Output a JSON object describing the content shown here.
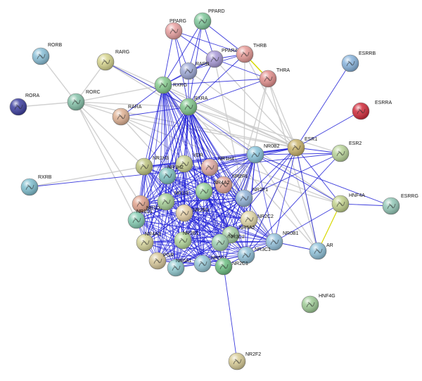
{
  "network": {
    "nodes": [
      {
        "id": "PPARD",
        "color": "#7fc89a"
      },
      {
        "id": "PPARG",
        "color": "#e9a0a0"
      },
      {
        "id": "PPARA",
        "color": "#a99ad8"
      },
      {
        "id": "THRB",
        "color": "#e79a96"
      },
      {
        "id": "RARG",
        "color": "#d7d58e"
      },
      {
        "id": "RORB",
        "color": "#8ac0d8"
      },
      {
        "id": "RARB",
        "color": "#9da8d6"
      },
      {
        "id": "THRA",
        "color": "#e38f8d"
      },
      {
        "id": "RXRG",
        "color": "#86cc8e"
      },
      {
        "id": "RXRA",
        "color": "#7fc58a"
      },
      {
        "id": "RORC",
        "color": "#86c3aa"
      },
      {
        "id": "RORA",
        "color": "#3d3fa0"
      },
      {
        "id": "ESRRB",
        "color": "#88b4dd"
      },
      {
        "id": "ESRRA",
        "color": "#d12a3a"
      },
      {
        "id": "RARA",
        "color": "#e0b294"
      },
      {
        "id": "ESR1",
        "color": "#c9b36a"
      },
      {
        "id": "ESR2",
        "color": "#bad59a"
      },
      {
        "id": "NR0B2",
        "color": "#89c4db"
      },
      {
        "id": "NR1H3",
        "color": "#bec47f"
      },
      {
        "id": "VDR",
        "color": "#cbd294"
      },
      {
        "id": "NR1H2",
        "color": "#7fc2c0"
      },
      {
        "id": "NR1H4",
        "color": "#e0aaa2"
      },
      {
        "id": "NR2F6",
        "color": "#e4a89a"
      },
      {
        "id": "NR4A2",
        "color": "#9ad49c"
      },
      {
        "id": "RXRB",
        "color": "#7fbfcf"
      },
      {
        "id": "NR1D2",
        "color": "#e2a48e"
      },
      {
        "id": "NR1I3",
        "color": "#a6cf96"
      },
      {
        "id": "NR2F1",
        "color": "#93b5d9"
      },
      {
        "id": "HNF4A",
        "color": "#c2d28c"
      },
      {
        "id": "ESRRG",
        "color": "#94c9b8"
      },
      {
        "id": "NR1D1",
        "color": "#84cdb3"
      },
      {
        "id": "NR2E3",
        "color": "#e8d2a8"
      },
      {
        "id": "NR2C2",
        "color": "#e2d8a8"
      },
      {
        "id": "NR5A2",
        "color": "#a4cda2"
      },
      {
        "id": "NR4A3",
        "color": "#d6d49a"
      },
      {
        "id": "NR2E1",
        "color": "#b4d79a"
      },
      {
        "id": "NR3C2",
        "color": "#9fd0b2"
      },
      {
        "id": "NR0B1",
        "color": "#94c2dd"
      },
      {
        "id": "AR",
        "color": "#8fc2da"
      },
      {
        "id": "PGR",
        "color": "#d8c89a"
      },
      {
        "id": "NR3C1",
        "color": "#8fc0d8"
      },
      {
        "id": "NR6A1",
        "color": "#8fc9cf"
      },
      {
        "id": "NR5A1",
        "color": "#94c7d6"
      },
      {
        "id": "NR2C1",
        "color": "#6dbf82"
      },
      {
        "id": "HNF4G",
        "color": "#9fcc96"
      },
      {
        "id": "NR2F2",
        "color": "#d8cc96"
      }
    ]
  }
}
